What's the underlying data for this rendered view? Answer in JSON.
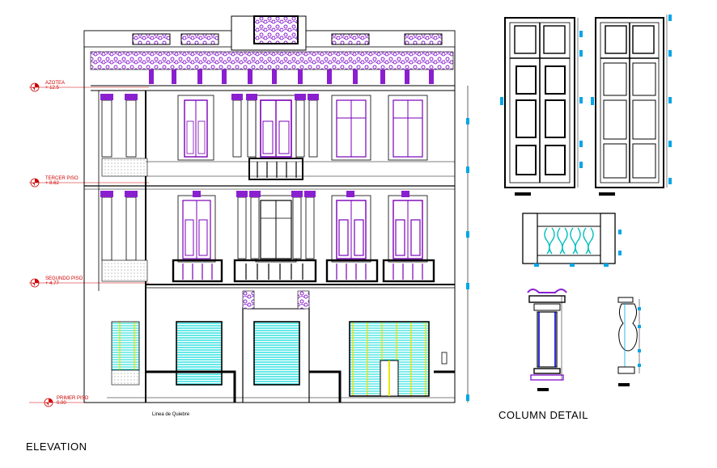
{
  "levels": [
    {
      "name": "AZOTEA",
      "elev": "+ 12.5"
    },
    {
      "name": "TERCER PISO",
      "elev": "+ 8.62"
    },
    {
      "name": "SEGUNDO PISO",
      "elev": "+ 4.77"
    },
    {
      "name": "PRIMER PISO",
      "elev": "0.00"
    }
  ],
  "annotation": "Linea de Quiebre",
  "titles": {
    "elevation": "ELEVATION",
    "column_detail": "COLUMN DETAIL"
  },
  "colors": {
    "line": "#000000",
    "ornament": "#8a1fd0",
    "window_purple": "#7a00b8",
    "dimension": "#00a6e6",
    "glass_cyan": "#00e0e0",
    "glass_yellow": "#f0f000",
    "level_red": "#d00000",
    "grey": "#9a9a9a"
  }
}
